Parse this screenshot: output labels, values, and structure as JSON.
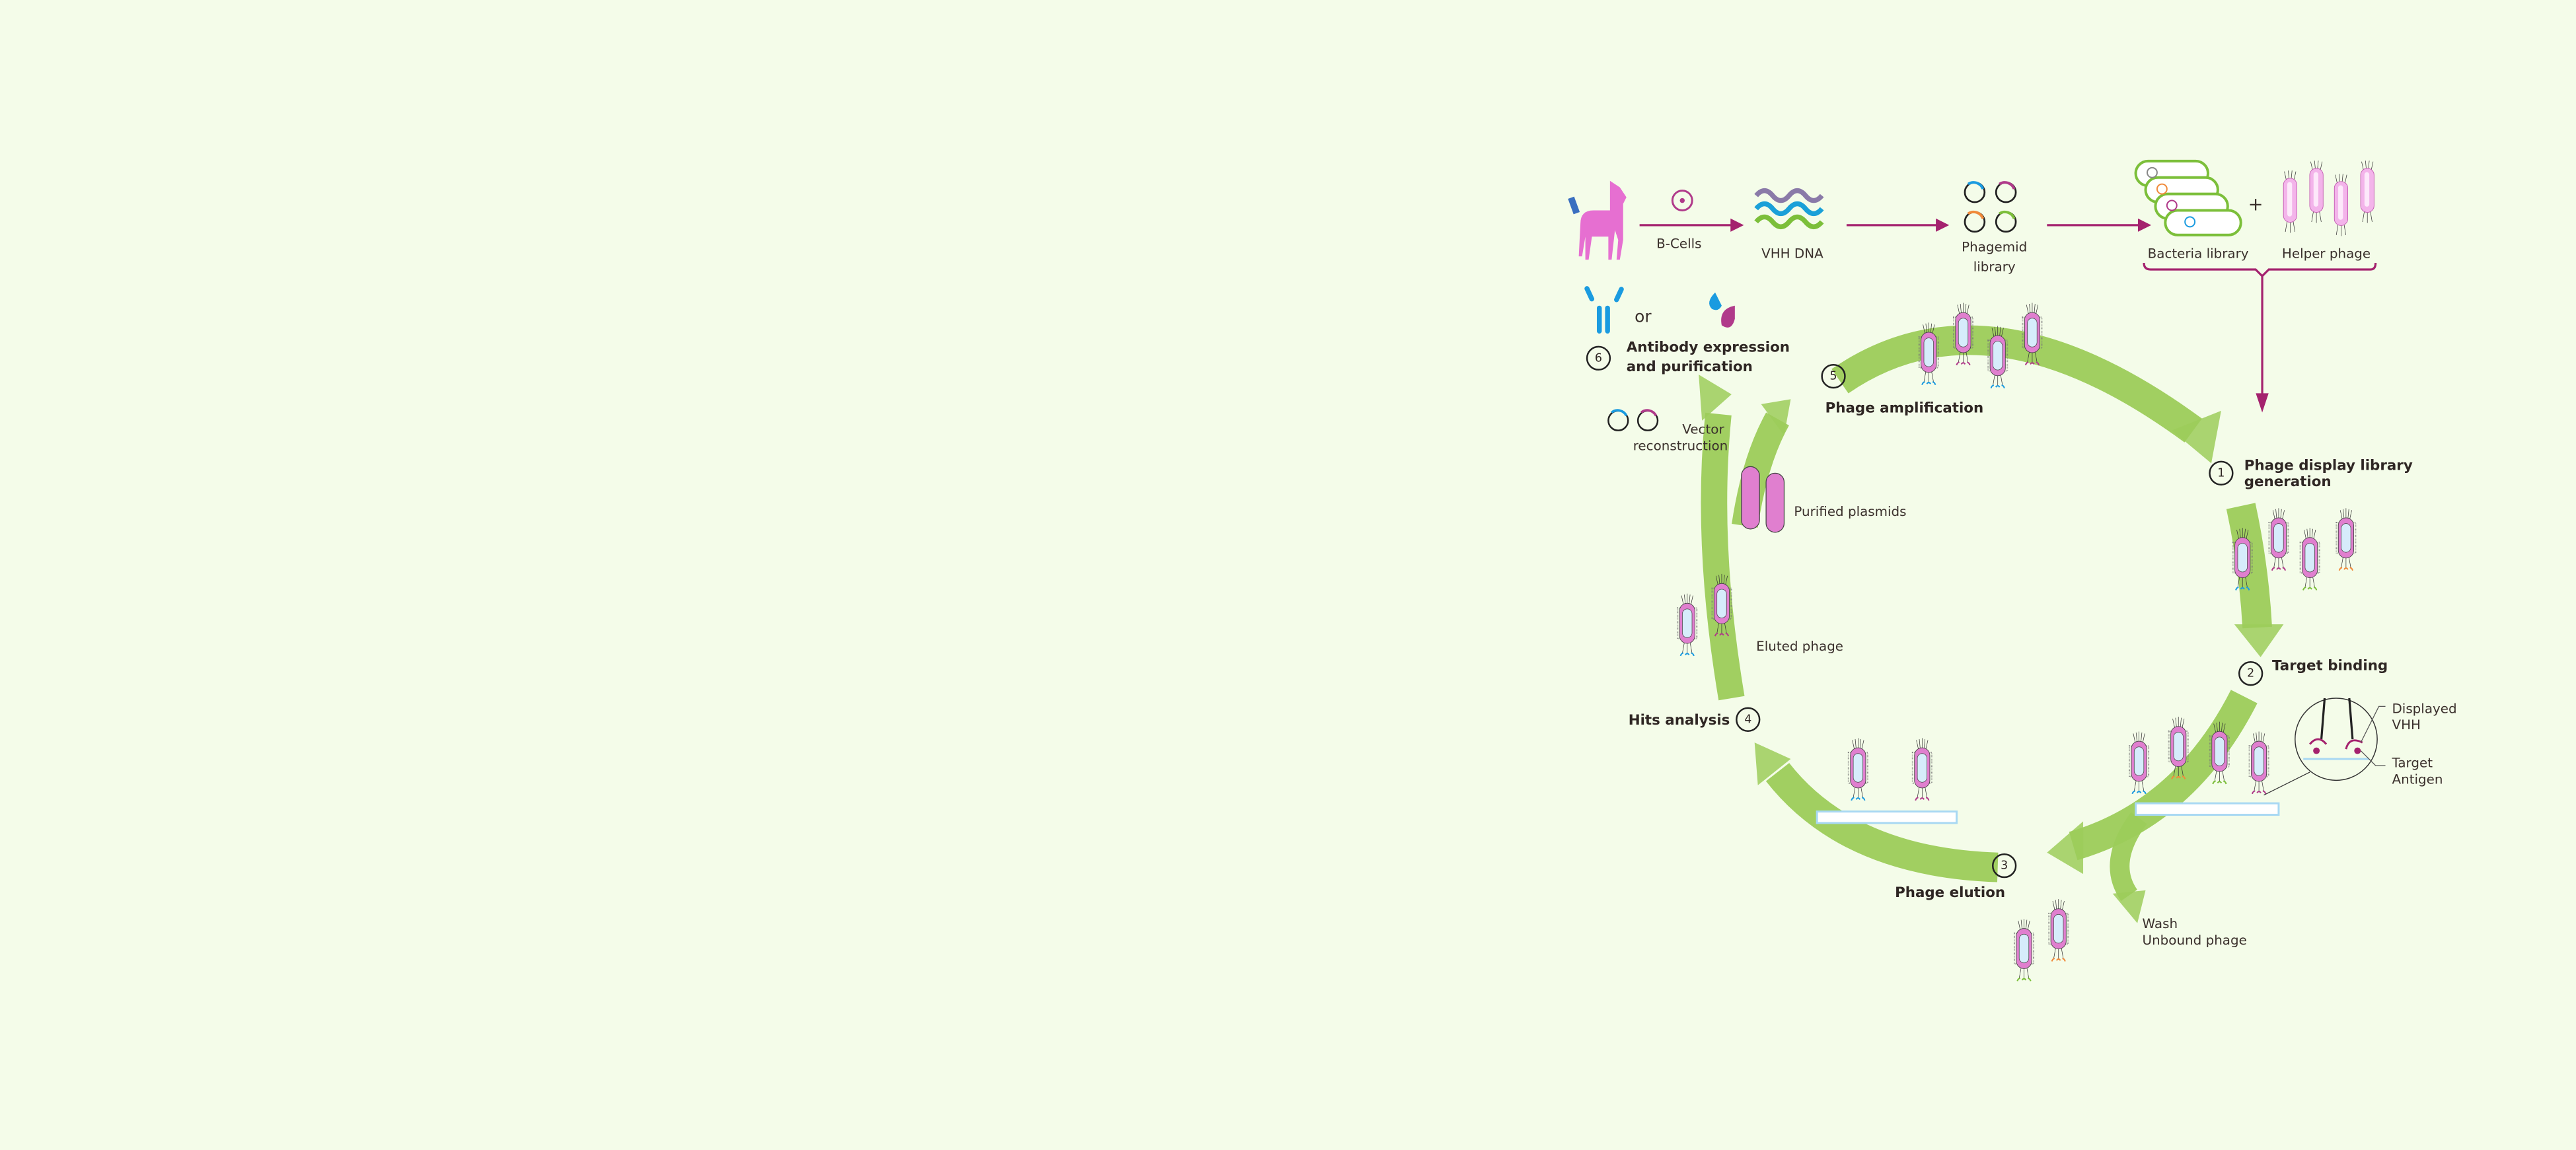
{
  "colors": {
    "background": "#f4fce9",
    "cycle_arrow": "#9ccc5a",
    "flow_arrow": "#a4226e",
    "phage_body": "#e07fcf",
    "phage_inner": "#d6ecfb",
    "vhh_blue": "#1a9be0",
    "vhh_magenta": "#b03a8a",
    "vhh_green": "#7cbf3a",
    "vhh_orange": "#f08a3a"
  },
  "top_flow": {
    "b_cells": "B-Cells",
    "vhh_dna": "VHH DNA",
    "phagemid_line1": "Phagemid",
    "phagemid_line2": "library",
    "bacteria_library": "Bacteria library",
    "plus": "+",
    "helper_phage": "Helper phage"
  },
  "steps": [
    {
      "number": "1",
      "line1": "Phage display library",
      "line2": "generation"
    },
    {
      "number": "2",
      "line1": "Target binding"
    },
    {
      "number": "3",
      "line1": "Phage elution"
    },
    {
      "number": "4",
      "line1": "Hits analysis"
    },
    {
      "number": "5",
      "line1": "Phage amplification"
    },
    {
      "number": "6",
      "line1": "Antibody expression",
      "line2": "and purification"
    }
  ],
  "labels": {
    "or": "or",
    "vector_line1": "Vector",
    "vector_line2": "reconstruction",
    "purified_plasmids": "Purified plasmids",
    "eluted_phage": "Eluted phage",
    "displayed_line1": "Displayed",
    "displayed_line2": "VHH",
    "target_line1": "Target",
    "target_line2": "Antigen",
    "wash_line1": "Wash",
    "wash_line2": "Unbound phage"
  }
}
